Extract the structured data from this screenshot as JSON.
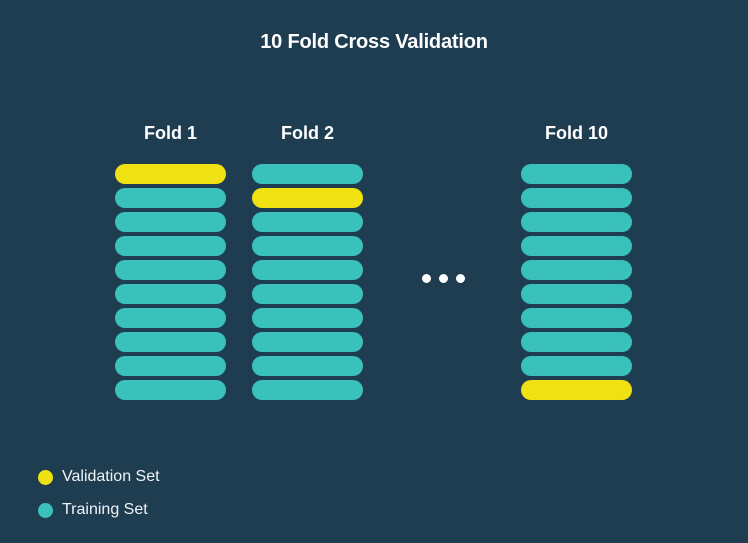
{
  "title": "10 Fold Cross Validation",
  "folds": [
    {
      "label": "Fold 1",
      "segments": 10,
      "validation_index": 0
    },
    {
      "label": "Fold 2",
      "segments": 10,
      "validation_index": 1
    },
    {
      "label": "Fold 10",
      "segments": 10,
      "validation_index": 9
    }
  ],
  "ellipsis_dot_count": 3,
  "legend": {
    "items": [
      {
        "label": "Validation Set",
        "type": "validation"
      },
      {
        "label": "Training Set",
        "type": "training"
      }
    ]
  },
  "colors": {
    "background": "#1F3D51",
    "validation": "#F0E112",
    "training": "#3BC1BC",
    "text": "#FFFFFF",
    "ellipsis": "#FFFFFF"
  }
}
